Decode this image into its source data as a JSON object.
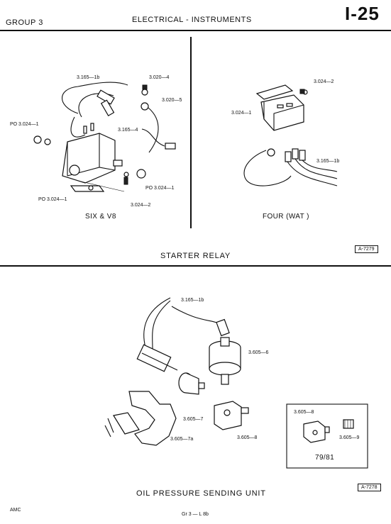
{
  "header": {
    "group": "GROUP 3",
    "title": "ELECTRICAL - INSTRUMENTS",
    "page": "I-25"
  },
  "starter_relay": {
    "left": {
      "callouts": [
        "3.165—1b",
        "3.020—4",
        "3.020—5",
        "PO 3.024—1",
        "3.165—4",
        "PO 3.024—1",
        "PO 3.024—1",
        "3.024—2"
      ],
      "caption": "SIX & V8"
    },
    "right": {
      "callouts": [
        "3.024—2",
        "3.024—1",
        "3.165—1b"
      ],
      "caption": "FOUR (WAT )"
    },
    "section_title": "STARTER RELAY",
    "ref": "A-7279"
  },
  "oil_pressure": {
    "callouts": [
      "3.165—1b",
      "3.605—6",
      "3.605—7",
      "3.605—7a",
      "3.605—8"
    ],
    "inset": {
      "callouts": [
        "3.605—8",
        "3.605—9"
      ],
      "caption": "79/81"
    },
    "section_title": "OIL PRESSURE SENDING UNIT",
    "ref": "A-7278"
  },
  "footer": {
    "left": "AMC",
    "center": "Gr 3 — L 8b"
  }
}
